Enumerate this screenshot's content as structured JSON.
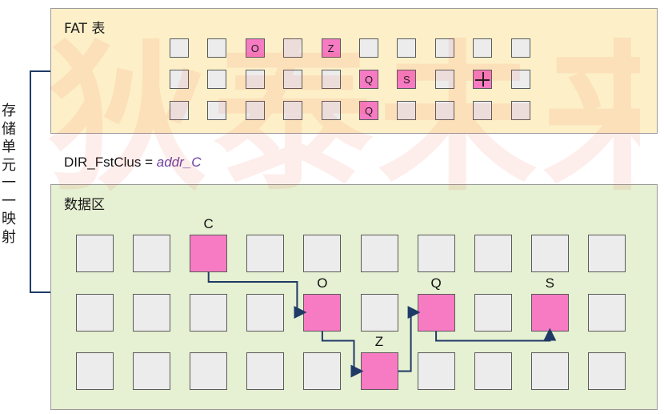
{
  "watermark": "狄泰未来",
  "side_label": "存储单元一一映射",
  "fat": {
    "title": "FAT 表",
    "rows": 3,
    "cols": 10,
    "highlighted": [
      {
        "row": 0,
        "col": 2,
        "label": "O"
      },
      {
        "row": 0,
        "col": 4,
        "label": "Z"
      },
      {
        "row": 1,
        "col": 5,
        "label": "Q"
      },
      {
        "row": 1,
        "col": 6,
        "label": "S"
      },
      {
        "row": 1,
        "col": 8,
        "label": "",
        "end_marker": true
      },
      {
        "row": 2,
        "col": 5,
        "label": "Q"
      }
    ]
  },
  "dir": {
    "prefix": "DIR_FstClus = ",
    "value": "addr_C"
  },
  "data_area": {
    "title": "数据区",
    "rows": 3,
    "cols": 10,
    "highlighted": [
      {
        "row": 0,
        "col": 2,
        "label": "C"
      },
      {
        "row": 1,
        "col": 4,
        "label": "O"
      },
      {
        "row": 2,
        "col": 5,
        "label": "Z"
      },
      {
        "row": 1,
        "col": 6,
        "label": "Q"
      },
      {
        "row": 1,
        "col": 8,
        "label": "S"
      }
    ],
    "chain": [
      "C",
      "O",
      "Z",
      "Q",
      "S"
    ]
  },
  "colors": {
    "highlight": "#f77bc3",
    "cell": "#ececec",
    "fat_panel": "#fdf0c8",
    "data_panel": "#e6f0d2",
    "arrow": "#1f3a66",
    "dir_value": "#6b3fa0"
  }
}
